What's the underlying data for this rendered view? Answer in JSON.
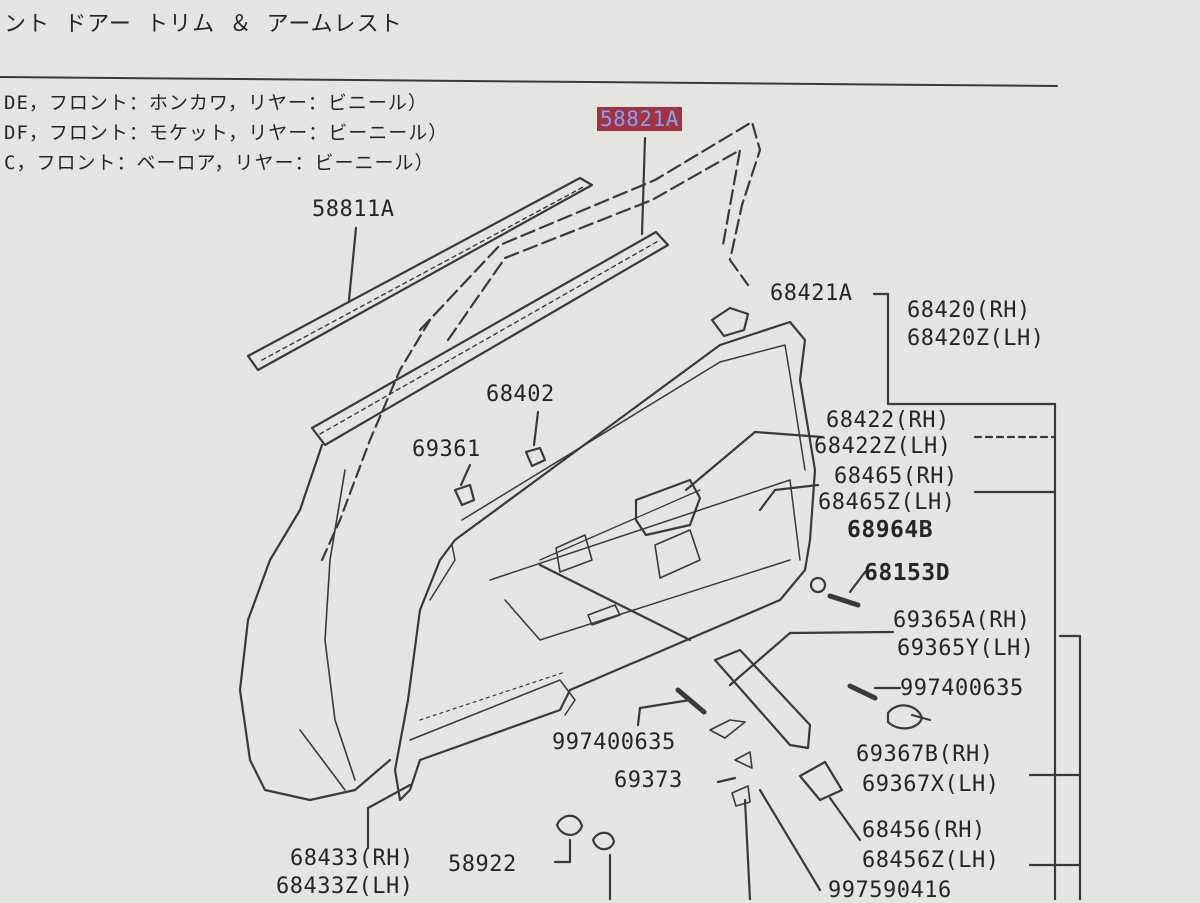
{
  "header": {
    "title": "ント ドアー トリム ＆ アームレスト"
  },
  "notes": [
    "DE，フロント：ホンカワ，リヤー：ビニール）",
    "DF，フロント：モケット，リヤー：ビーニール）",
    "C，フロント：ベーロア，リヤー：ビーニール）"
  ],
  "parts": {
    "p58821A": "58821A",
    "p58811A": "58811A",
    "p68421A": "68421A",
    "p68420RH": "68420(RH)",
    "p68420ZLH": "68420Z(LH)",
    "p68402": "68402",
    "p69361": "69361",
    "p68422RH": "68422(RH)",
    "p68422ZLH": "68422Z(LH)",
    "p68465RH": "68465(RH)",
    "p68465ZLH": "68465Z(LH)",
    "p68964B": "68964B",
    "p68153D": "68153D",
    "p69365ARH": "69365A(RH)",
    "p69365YLH": "69365Y(LH)",
    "p997400635a": "997400635",
    "p997400635b": "997400635",
    "p69367BRH": "69367B(RH)",
    "p69367XLH": "69367X(LH)",
    "p69373": "69373",
    "p68456RH": "68456(RH)",
    "p68456ZLH": "68456Z(LH)",
    "p68433RH": "68433(RH)",
    "p68433ZLH": "68433Z(LH)",
    "p58922": "58922",
    "p997590416": "997590416"
  },
  "colors": {
    "highlight_bg": "#a3333f",
    "highlight_text": "#7fa2ff",
    "line": "#3a3a3a",
    "paper": "#e4e5de"
  }
}
